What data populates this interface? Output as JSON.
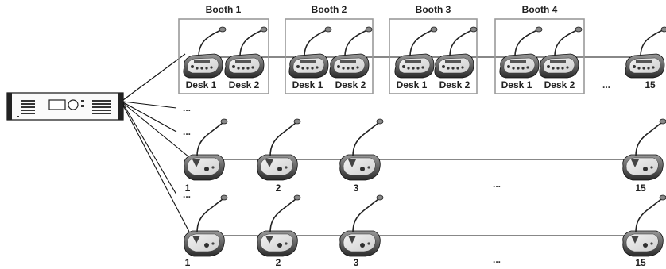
{
  "booths": [
    {
      "title": "Booth 1",
      "desks": [
        "Desk 1",
        "Desk 2"
      ]
    },
    {
      "title": "Booth 2",
      "desks": [
        "Desk 1",
        "Desk 2"
      ]
    },
    {
      "title": "Booth 3",
      "desks": [
        "Desk 1",
        "Desk 2"
      ]
    },
    {
      "title": "Booth 4",
      "desks": [
        "Desk 1",
        "Desk 2"
      ]
    }
  ],
  "booth_chain_end": {
    "ellipsis": "...",
    "last_label": "15"
  },
  "branch_ellipses": [
    "...",
    "...",
    "..."
  ],
  "delegate_rows": [
    {
      "labels": [
        "1",
        "2",
        "3"
      ],
      "ellipsis": "...",
      "last_label": "15"
    },
    {
      "labels": [
        "1",
        "2",
        "3"
      ],
      "ellipsis": "...",
      "last_label": "15"
    }
  ]
}
